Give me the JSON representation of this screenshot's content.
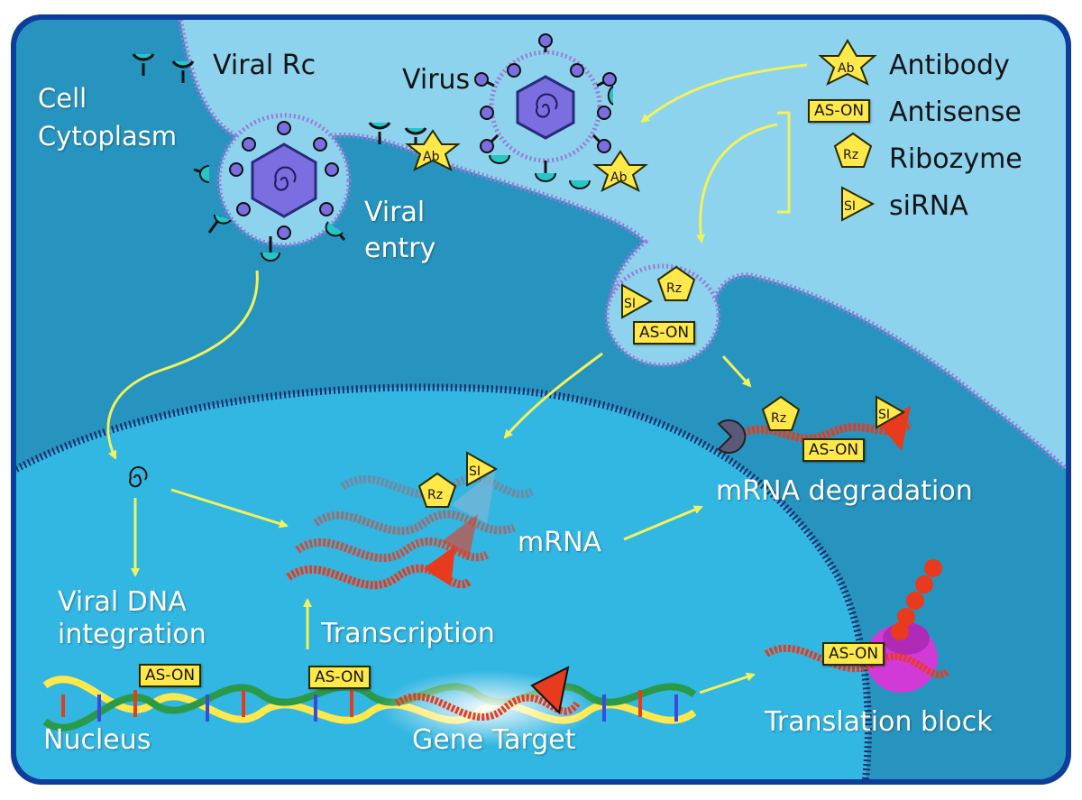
{
  "labels": {
    "cell_cytoplasm": "Cell\nCytoplasm",
    "viral_rc": "Viral Rc",
    "virus": "Virus",
    "viral_entry": "Viral\nentry",
    "viral_dna_integration": "Viral DNA\nintegration",
    "transcription": "Transcription",
    "nucleus": "Nucleus",
    "gene_target": "Gene Target",
    "mrna": "mRNA",
    "mrna_degradation": "mRNA degradation",
    "translation_block": "Translation block"
  },
  "legend": [
    {
      "name": "Antibody",
      "marker": "Ab",
      "shape": "star-icon"
    },
    {
      "name": "Antisense",
      "marker": "AS-ON",
      "shape": "rectangle-icon"
    },
    {
      "name": "Ribozyme",
      "marker": "Rz",
      "shape": "pentagon-icon"
    },
    {
      "name": "siRNA",
      "marker": "SI",
      "shape": "triangle-icon"
    }
  ],
  "tags": {
    "ab": "Ab",
    "as_on": "AS-ON",
    "rz": "Rz",
    "si": "SI"
  },
  "colors": {
    "frame": "#0d3d9a",
    "extracellular": "#8dd3ee",
    "cytoplasm": "#2794c0",
    "nucleus": "#32b6e2",
    "membrane_dots": "#9a79d6",
    "marker_yellow": "#ffe84a",
    "arrow_yellow": "#f2f25a",
    "mrna_red": "#e83a1c",
    "virus_purple": "#7a6ee0",
    "receptor_teal": "#27c6c6",
    "ribosome_magenta": "#d23ad8"
  }
}
